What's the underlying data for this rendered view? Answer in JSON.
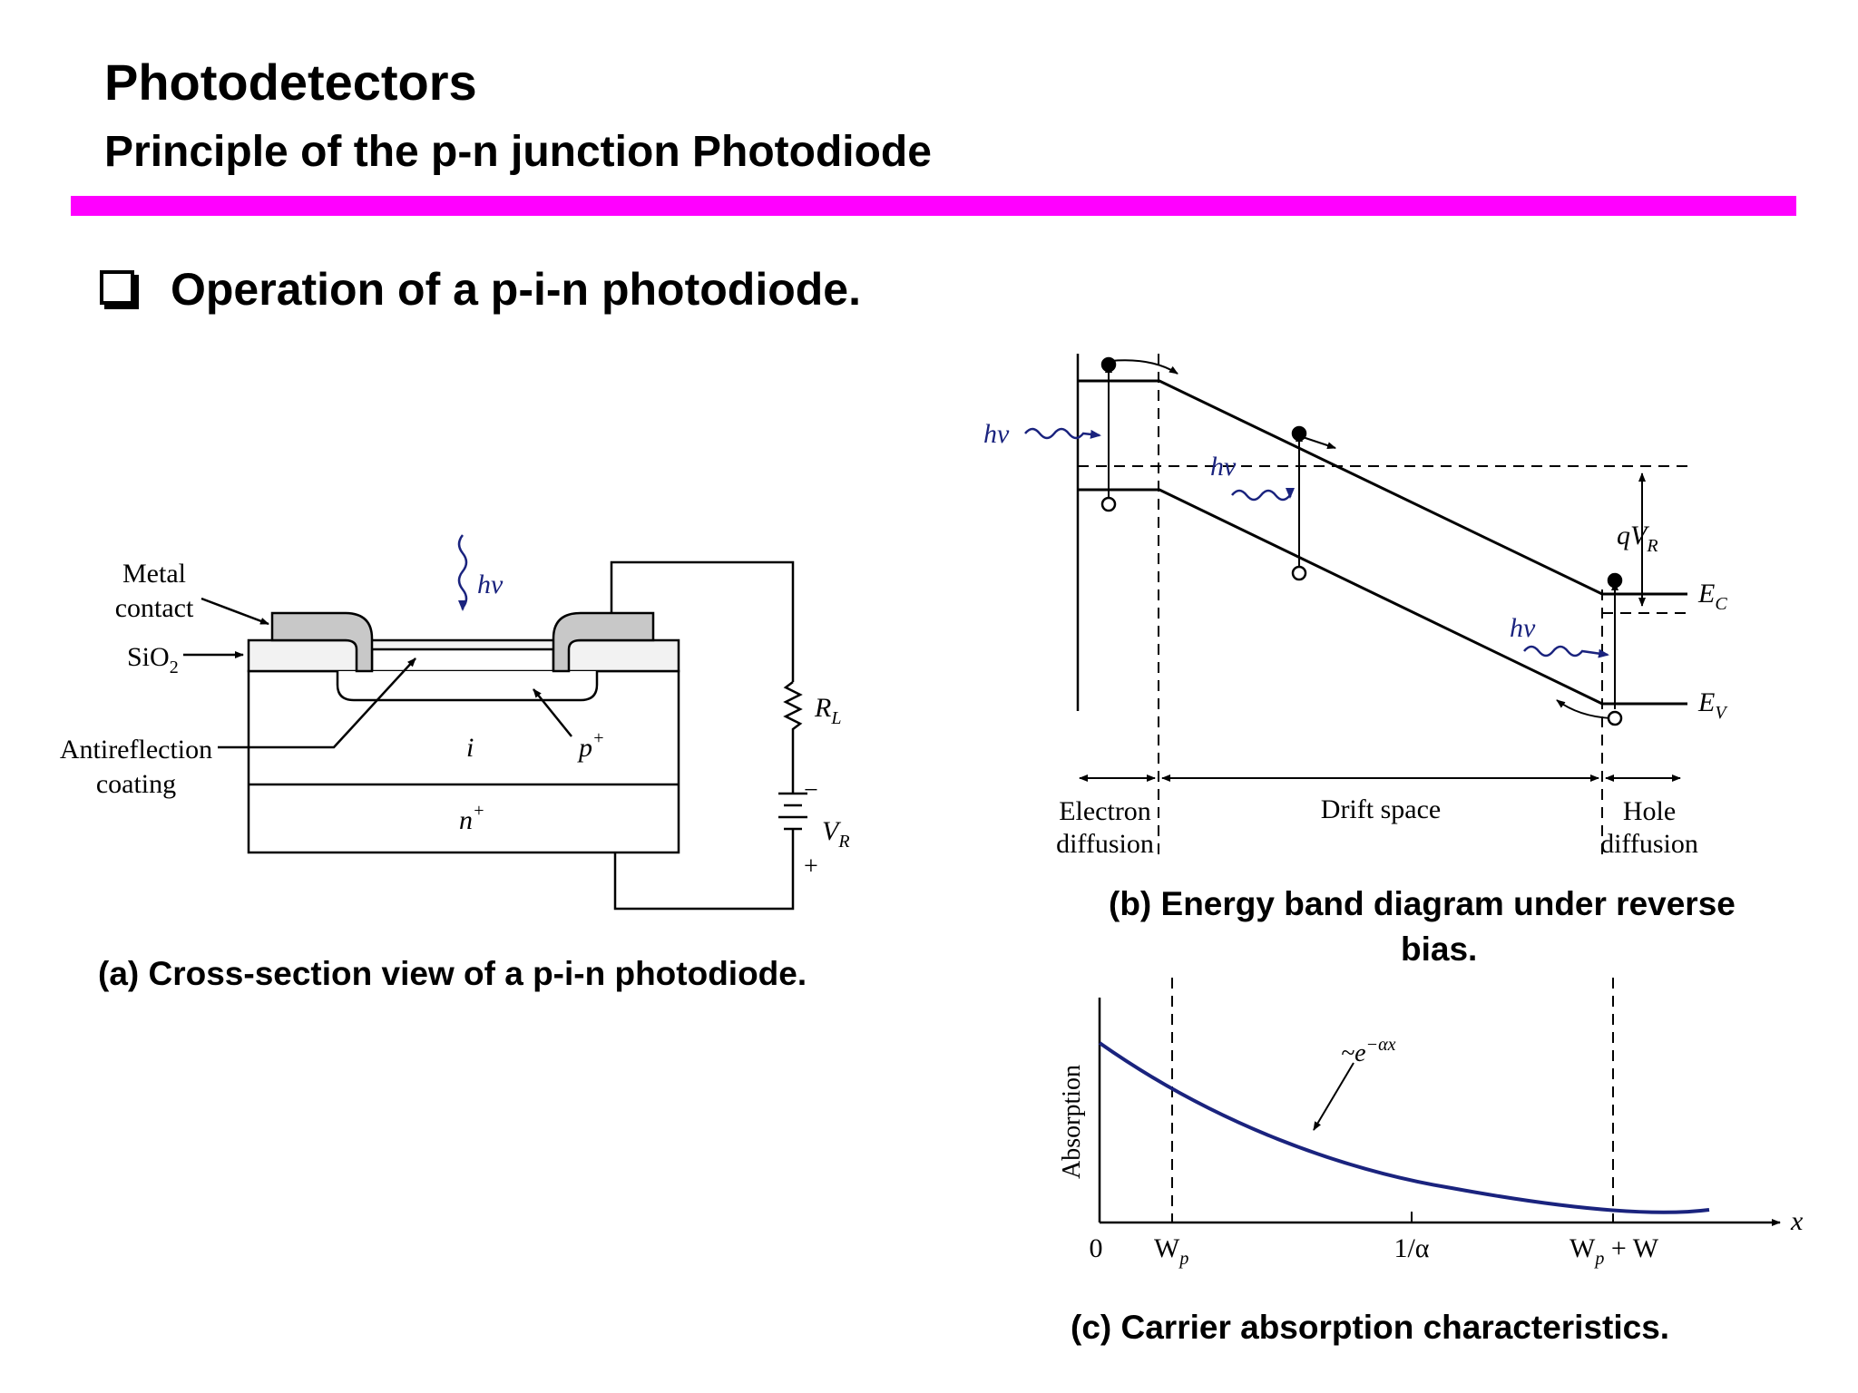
{
  "header": {
    "title": "Photodetectors",
    "subtitle": "Principle of the p-n junction Photodiode",
    "rule_color": "#ff00ff"
  },
  "bullet": {
    "icon": "checkbox-bullet-icon",
    "text": "Operation of a p-i-n photodiode."
  },
  "figure_a": {
    "caption": "(a) Cross-section view of a p-i-n photodiode.",
    "labels": {
      "metal_1": "Metal",
      "metal_2": "contact",
      "sio2": "SiO",
      "sio2_sub": "2",
      "anti_1": "Antireflection",
      "anti_2": "coating",
      "hv": "hν",
      "i": "i",
      "p": "p",
      "p_sup": "+",
      "n": "n",
      "n_sup": "+",
      "r": "R",
      "r_sub": "L",
      "v": "V",
      "v_sub": "R",
      "minus": "−",
      "plus": "+"
    }
  },
  "figure_b": {
    "caption_line1": "(b) Energy band diagram under reverse",
    "caption_line2": "bias.",
    "labels": {
      "hv1": "hν",
      "hv2": "hν",
      "hv3": "hν",
      "qvr": "qV",
      "qvr_sub": "R",
      "ec": "E",
      "ec_sub": "C",
      "ev": "E",
      "ev_sub": "V",
      "electron_1": "Electron",
      "electron_2": "diffusion",
      "drift": "Drift space",
      "hole_1": "Hole",
      "hole_2": "diffusion"
    },
    "photon_color": "#1a237e"
  },
  "figure_c": {
    "caption": "(c) Carrier absorption characteristics.",
    "labels": {
      "ylabel": "Absorption",
      "xlabel": "x",
      "tick0": "0",
      "tick_wp": "W",
      "tick_wp_sub": "p",
      "tick_alpha": "1/α",
      "tick_wpw_a": "W",
      "tick_wpw_sub": "p",
      "tick_wpw_b": " + W",
      "curve": "~e",
      "curve_sup": "−αx"
    },
    "curve_color": "#1a237e"
  }
}
